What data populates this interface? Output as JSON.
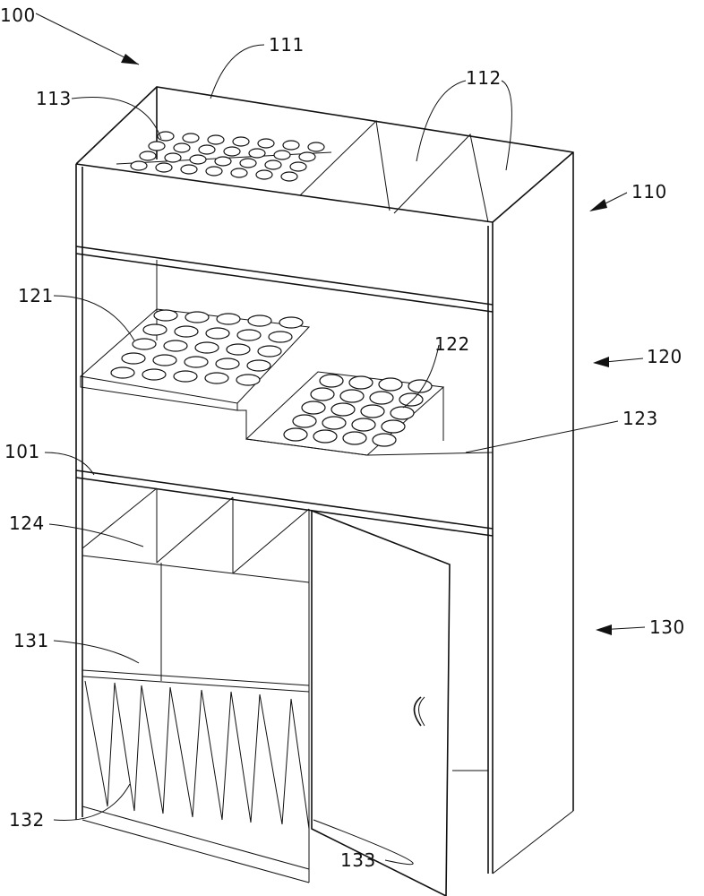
{
  "figure": {
    "labels": {
      "l100": "100",
      "l111": "111",
      "l112": "112",
      "l113": "113",
      "l110": "110",
      "l121": "121",
      "l122": "122",
      "l120": "120",
      "l123": "123",
      "l101": "101",
      "l124": "124",
      "l130": "130",
      "l131": "131",
      "l132": "132",
      "l133": "133"
    }
  }
}
